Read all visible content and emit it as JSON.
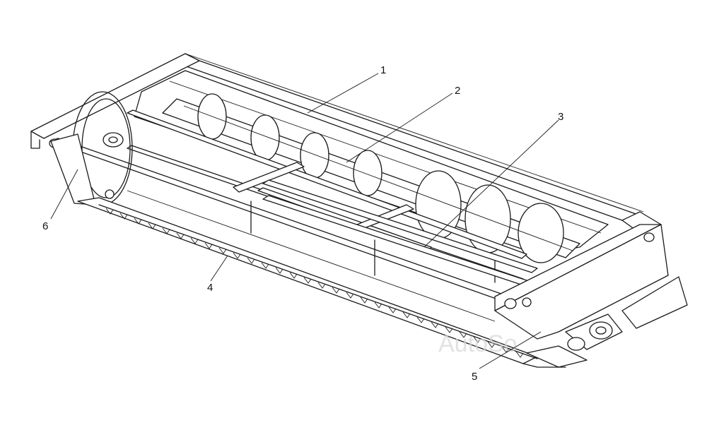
{
  "diagram": {
    "callouts": [
      {
        "id": "1",
        "label": "1"
      },
      {
        "id": "2",
        "label": "2"
      },
      {
        "id": "3",
        "label": "3"
      },
      {
        "id": "4",
        "label": "4"
      },
      {
        "id": "5",
        "label": "5"
      },
      {
        "id": "6",
        "label": "6"
      }
    ],
    "watermark": "AutoSo"
  }
}
